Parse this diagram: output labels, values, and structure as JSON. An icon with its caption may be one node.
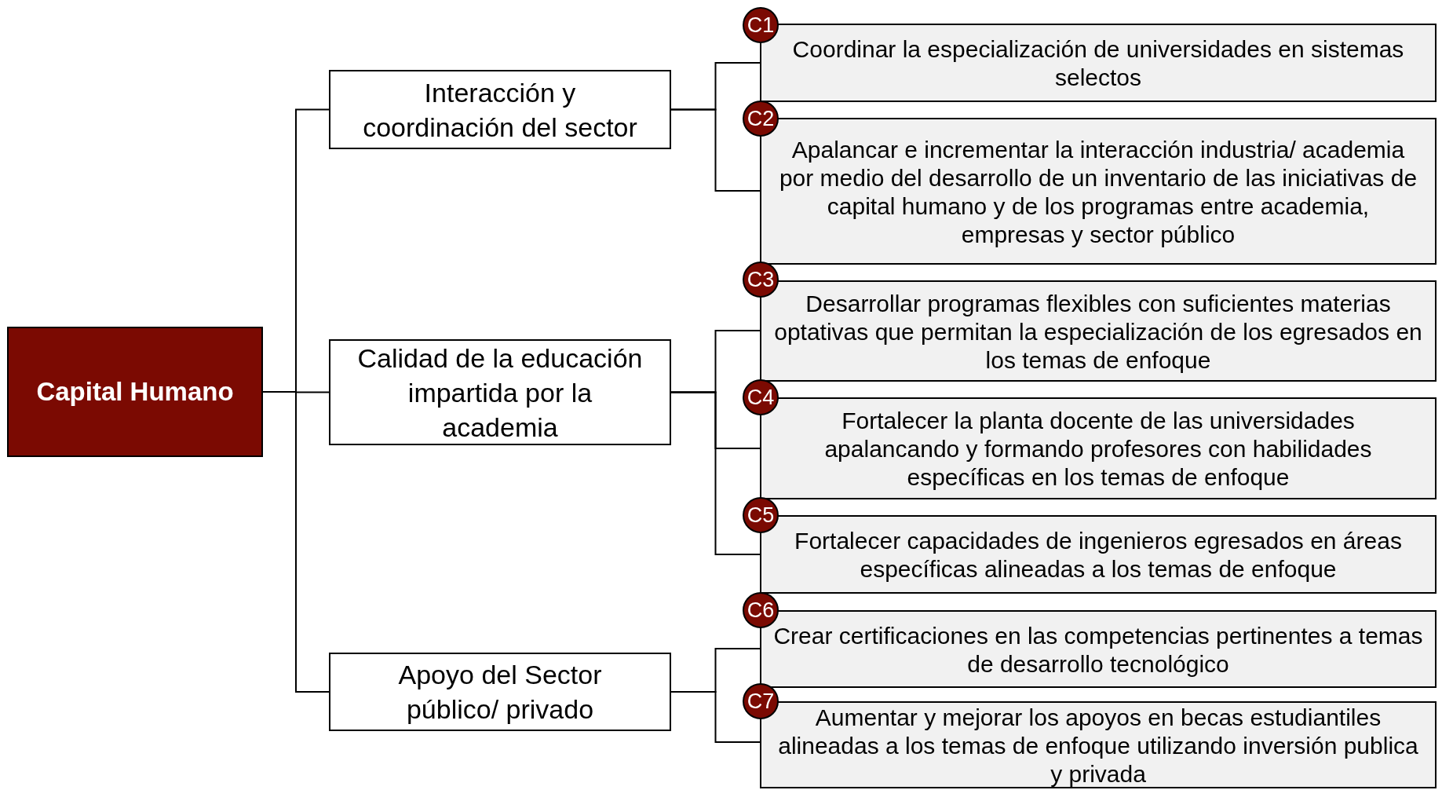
{
  "diagram": {
    "nodes": [
      {
        "text": [
          "Capital Humano"
        ]
      },
      {
        "text": [
          "Interacción y coordinación del sector"
        ]
      },
      {
        "text": [
          "Calidad de la educación impartida por la academia"
        ]
      },
      {
        "text": [
          "Apoyo del Sector público/ privado"
        ]
      },
      {
        "text": [
          "Coordinar la especialización de universidades en sistemas selectos"
        ]
      },
      {
        "text": [
          "C1"
        ]
      },
      {
        "text": [
          "Apalancar e incrementar la interacción industria/ academia por medio del desarrollo de un inventario de las iniciativas de capital humano y de los programas entre academia, empresas y sector público"
        ]
      },
      {
        "text": [
          "C2"
        ]
      },
      {
        "text": [
          "Desarrollar programas flexibles con suficientes materias optativas que permitan la especialización de los egresados en los temas de enfoque"
        ]
      },
      {
        "text": [
          "C3"
        ]
      },
      {
        "text": [
          "Fortalecer la planta docente de las universidades apalancando y formando profesores con habilidades específicas en los temas de enfoque"
        ]
      },
      {
        "text": [
          "C4"
        ]
      },
      {
        "text": [
          "Fortalecer capacidades de ingenieros egresados en áreas específicas alineadas a los temas de enfoque"
        ]
      },
      {
        "text": [
          "C5"
        ]
      },
      {
        "text": [
          "Crear certificaciones en las competencias pertinentes a temas de desarrollo tecnológico"
        ]
      },
      {
        "text": [
          "C6"
        ]
      },
      {
        "text": [
          "Aumentar y mejorar los apoyos en becas estudiantiles alineadas a los temas de enfoque utilizando inversión publica y privada"
        ]
      },
      {
        "text": [
          "C7"
        ]
      }
    ],
    "edges": [
      {
        "from": 0,
        "to": 1,
        "arrow": "none"
      },
      {
        "from": 0,
        "to": 2,
        "arrow": "none"
      },
      {
        "from": 0,
        "to": 3,
        "arrow": "none"
      },
      {
        "from": 1,
        "to": 4,
        "arrow": "none"
      },
      {
        "from": 1,
        "to": 6,
        "arrow": "none"
      },
      {
        "from": 2,
        "to": 8,
        "arrow": "none"
      },
      {
        "from": 2,
        "to": 10,
        "arrow": "none"
      },
      {
        "from": 2,
        "to": 12,
        "arrow": "none"
      },
      {
        "from": 3,
        "to": 14,
        "arrow": "none"
      },
      {
        "from": 3,
        "to": 16,
        "arrow": "none"
      }
    ]
  }
}
